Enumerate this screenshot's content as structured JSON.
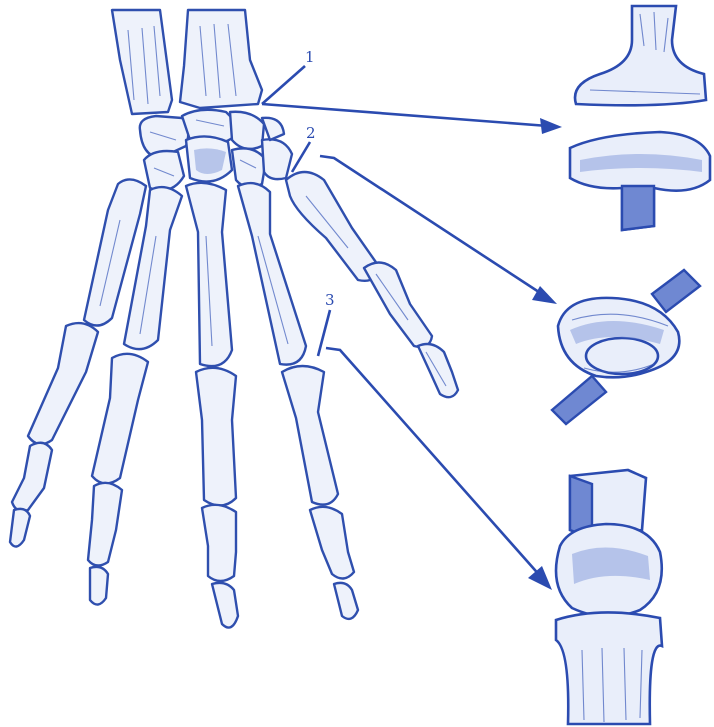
{
  "labels": [
    {
      "id": "1",
      "text": "1"
    },
    {
      "id": "2",
      "text": "2"
    },
    {
      "id": "3",
      "text": "3"
    }
  ],
  "colors": {
    "ink": "#2b4bb0",
    "bone_fill": "#eef2fb",
    "shade": "#8aa0dc"
  },
  "models": [
    {
      "label_id": "1",
      "icon": "plane-joint-model-icon"
    },
    {
      "label_id": "2",
      "icon": "saddle-joint-model-icon"
    },
    {
      "label_id": "3",
      "icon": "hinge-joint-model-icon"
    }
  ]
}
